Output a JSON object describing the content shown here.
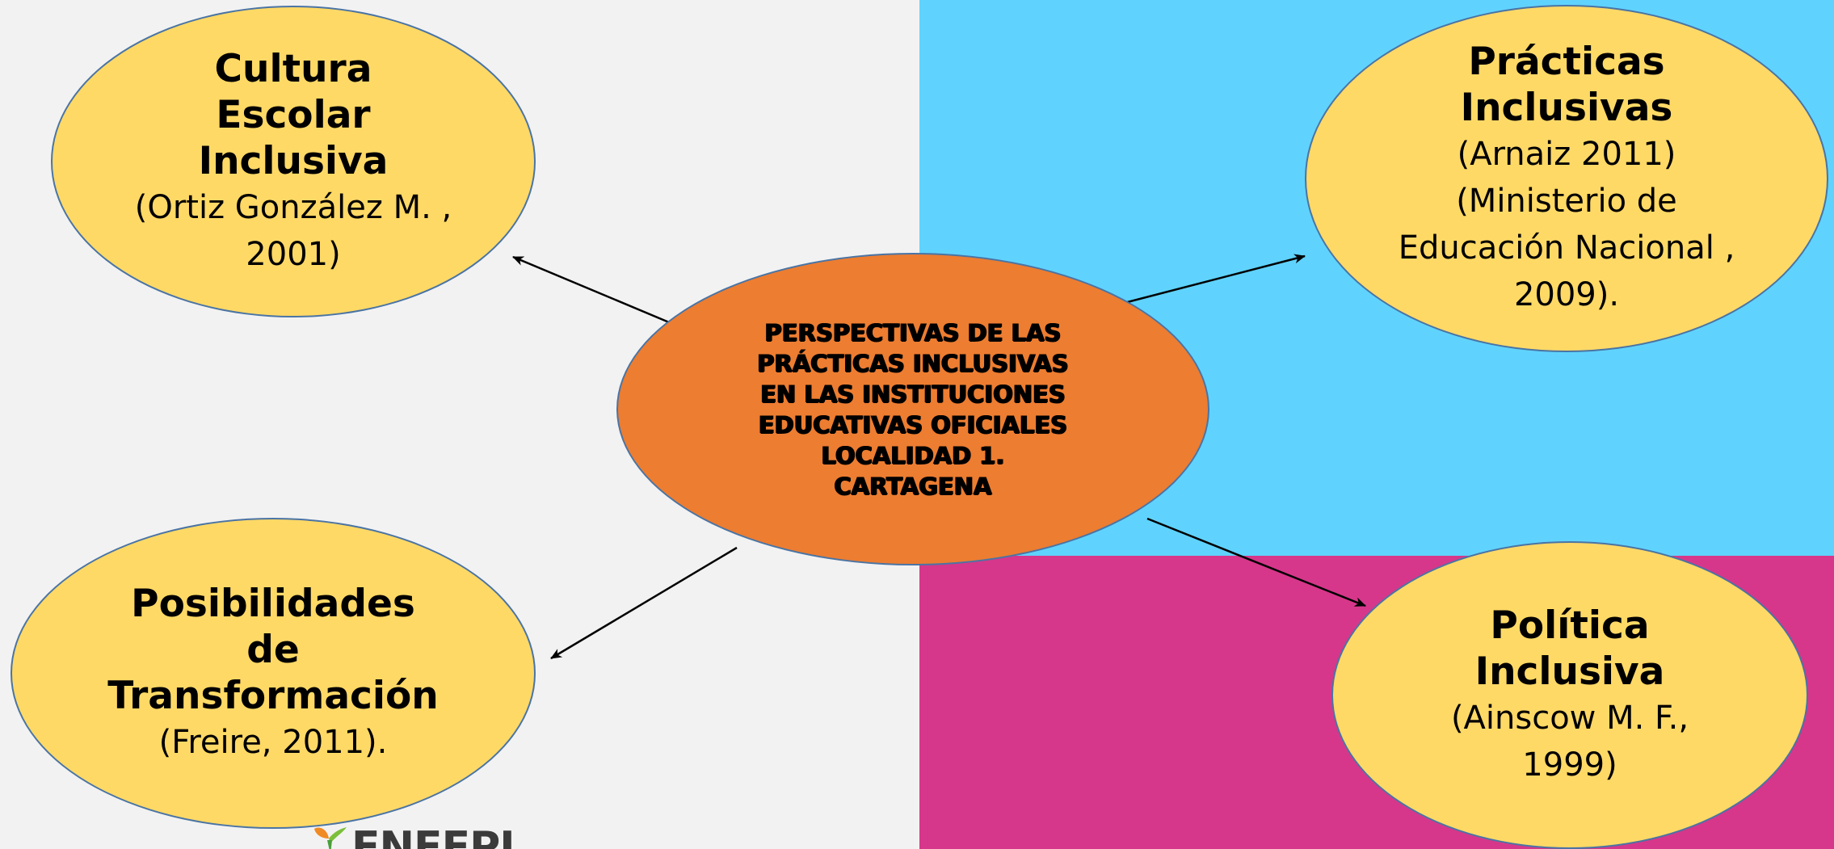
{
  "colors": {
    "background": "#f2f2f2",
    "quadrant_blue": "#5fd3fe",
    "quadrant_pink": "#d6378a",
    "ellipse_yellow": "#ffd966",
    "ellipse_orange": "#ed7d31",
    "ellipse_border": "#4a74a4"
  },
  "center": {
    "lines": [
      "PERSPECTIVAS DE LAS",
      "PRÁCTICAS INCLUSIVAS",
      "EN LAS INSTITUCIONES",
      "EDUCATIVAS OFICIALES",
      "LOCALIDAD 1.",
      "CARTAGENA"
    ]
  },
  "nodes": {
    "cultura": {
      "title": [
        "Cultura",
        "Escolar",
        "Inclusiva"
      ],
      "refs": [
        "(Ortiz González M. ,",
        "2001)"
      ]
    },
    "practicas": {
      "title": [
        "Prácticas",
        "Inclusivas"
      ],
      "refs": [
        "(Arnaiz 2011)",
        "(Ministerio de",
        "Educación Nacional ,",
        "2009)."
      ]
    },
    "posibilidades": {
      "title": [
        "Posibilidades",
        "de",
        "Transformación"
      ],
      "refs": [
        "(Freire, 2011)."
      ]
    },
    "politica": {
      "title": [
        "Política",
        "Inclusiva"
      ],
      "refs": [
        "(Ainscow M. F.,",
        "1999)"
      ]
    }
  },
  "logo": {
    "text": "ENEEPI",
    "icon": "leaf-logo-icon"
  }
}
